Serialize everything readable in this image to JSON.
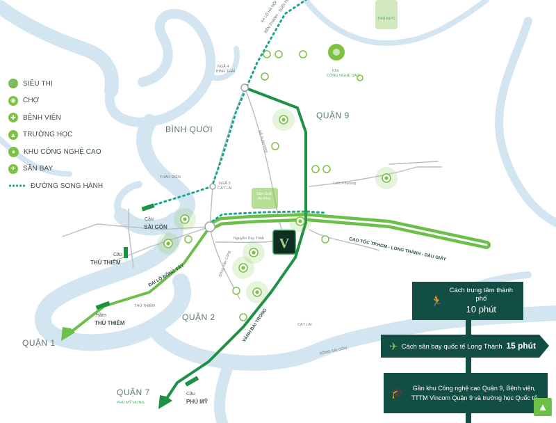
{
  "legend": [
    {
      "label": "SIÊU THỊ",
      "icon": "cart-icon"
    },
    {
      "label": "CHỢ",
      "icon": "basket-icon"
    },
    {
      "label": "BỆNH VIỆN",
      "icon": "hospital-cross-icon"
    },
    {
      "label": "TRƯỜNG HỌC",
      "icon": "graduation-cap-icon"
    },
    {
      "label": "KHU CÔNG NGHỆ CAO",
      "icon": "tech-park-icon"
    },
    {
      "label": "SÂN BAY",
      "icon": "airplane-icon"
    },
    {
      "label": "ĐƯỜNG SONG HÀNH",
      "icon": "dotted-line-icon"
    }
  ],
  "districts": {
    "binh_quoi": "BÌNH QUỚI",
    "quan9": "QUẬN 9",
    "quan2": "QUẬN 2",
    "quan1": "QUẬN 1",
    "quan7": "QUẬN 7"
  },
  "small_labels": {
    "nga4_binh_thai": "NGÃ 4\nBÌNH THÁI",
    "nga3_cat_lai": "NGÃ 3\nCÁT LÁI",
    "thao_dien": "THẢO ĐIỀN",
    "khu_cnc": "Khu\nCÔNG NGHỆ CAO",
    "thu_duc": "THỦ ĐỨC",
    "duong_do_xuan_hop": "Đỗ Xuân Hợp",
    "san_golf": "Sân Golf\nAn Phú",
    "lien_phuong": "Liên Phường",
    "nguyen_duy_trinh": "Nguyễn Duy Trinh",
    "dong_van_cong": "Đồng Văn Cống",
    "thu_thiem": "THỦ THIÊM",
    "cat_lai": "CÁT LÁI",
    "song_sai_gon": "SÔNG SÀI GÒN",
    "phu_my_hung": "PHÚ MỸ HƯNG",
    "xa_lo_ha_noi": "XA LỘ HÀ NỘI",
    "ben_thanh_suoi_tien": "BẾN THÀNH - SUỐI TIÊN"
  },
  "bridges": {
    "sai_gon": {
      "cau": "Cầu",
      "name": "SÀI GÒN"
    },
    "thu_thiem": {
      "cau": "Cầu",
      "name": "THỦ THIÊM"
    },
    "ham_thu_thiem": {
      "cau": "Hầm",
      "name": "THỦ THIÊM"
    },
    "phu_my": {
      "cau": "Cầu",
      "name": "PHÚ MỸ"
    }
  },
  "roads": {
    "dai_lo_dong_tay": "ĐẠI LỘ ĐÔNG TÂY",
    "vanh_dai_trong": "VÀNH ĐAI TRONG",
    "cao_toc": "CAO TỐC TP.HCM - LONG THÀNH - DẦU GIÂY"
  },
  "signs": {
    "center": {
      "line1": "Cách trung tâm thành phố",
      "line2": "10 phút"
    },
    "airport": {
      "text": "Cách sân bay quốc tế Long Thành",
      "time": "15 phút"
    },
    "nearby": {
      "line1": "Gần khu Công nghệ cao Quận 9, Bệnh viện,",
      "line2": "TTTM Vincom Quận 9 và trường học Quốc tế"
    }
  },
  "logo_letter": "V",
  "colors": {
    "primary_green": "#6cc04a",
    "dark_green": "#1f9146",
    "river": "#cfe2ef",
    "sign_bg": "#134e44",
    "dotted_teal": "#1aa58a"
  }
}
